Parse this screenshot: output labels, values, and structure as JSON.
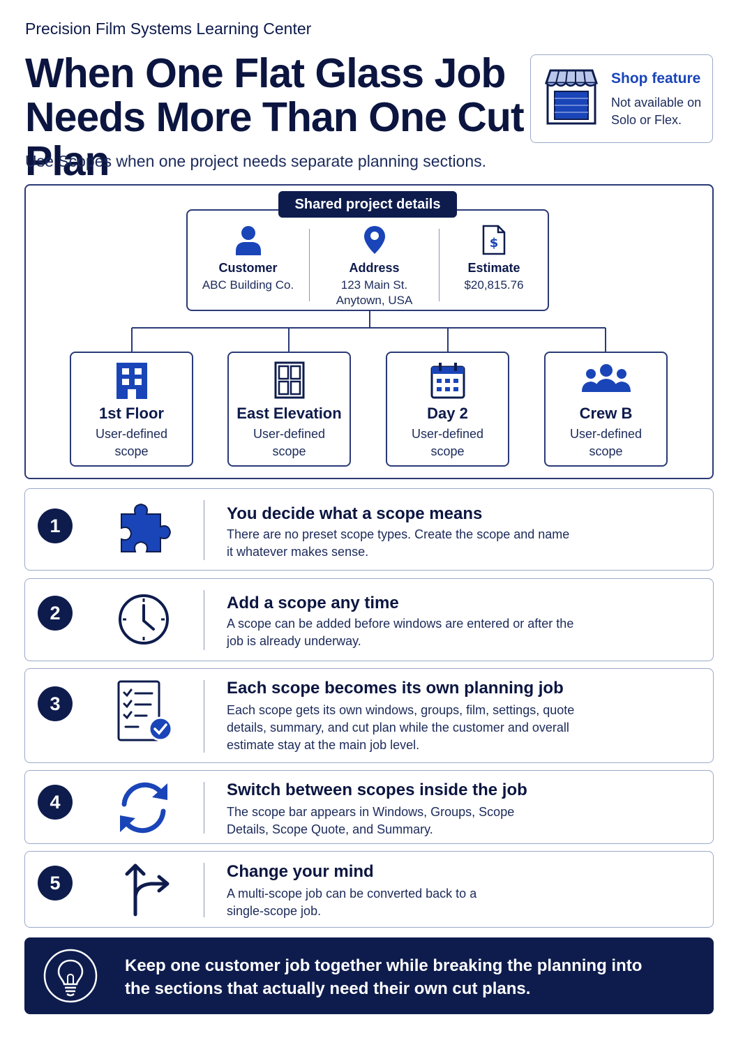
{
  "header": {
    "kicker": "Precision Film Systems Learning Center",
    "title": "When One Flat Glass Job Needs More Than One Cut Plan",
    "subtitle": "Use Scopes when one project needs separate planning sections."
  },
  "shop_card": {
    "title": "Shop feature",
    "text": "Not available on Solo or Flex.",
    "icon": "storefront-icon"
  },
  "diagram": {
    "shared_label": "Shared project details",
    "details": [
      {
        "label": "Customer",
        "value": "ABC Building Co.",
        "icon": "person-icon"
      },
      {
        "label": "Address",
        "value": "123 Main St. Anytown, USA",
        "icon": "location-pin-icon"
      },
      {
        "label": "Estimate",
        "value": "$20,815.76",
        "icon": "dollar-document-icon"
      }
    ],
    "scopes": [
      {
        "name": "1st Floor",
        "desc": "User-defined scope",
        "icon": "building-icon"
      },
      {
        "name": "East Elevation",
        "desc": "User-defined scope",
        "icon": "window-icon"
      },
      {
        "name": "Day 2",
        "desc": "User-defined scope",
        "icon": "calendar-icon"
      },
      {
        "name": "Crew B",
        "desc": "User-defined scope",
        "icon": "team-icon"
      }
    ]
  },
  "steps": [
    {
      "num": "1",
      "title": "You decide what a scope means",
      "body": "There are no preset scope types. Create the scope and name it whatever makes sense.",
      "icon": "puzzle-piece-icon"
    },
    {
      "num": "2",
      "title": "Add a scope any time",
      "body": "A scope can be added before windows are entered or after the job is already underway.",
      "icon": "clock-icon"
    },
    {
      "num": "3",
      "title": "Each scope becomes its own planning job",
      "body": "Each scope gets its own windows, groups, film, settings, quote details, summary, and cut plan while the customer and overall estimate stay at the main job level.",
      "icon": "checklist-icon"
    },
    {
      "num": "4",
      "title": "Switch between scopes inside the job",
      "body": "The scope bar appears in Windows, Groups, Scope Details, Scope Quote, and Summary.",
      "icon": "refresh-arrows-icon"
    },
    {
      "num": "5",
      "title": "Change your mind",
      "body": "A multi-scope job can be converted back to a single-scope job.",
      "icon": "split-arrow-icon"
    }
  ],
  "banner": {
    "text": "Keep one customer job together while breaking the planning into the sections that actually need their own cut plans.",
    "icon": "lightbulb-icon"
  },
  "colors": {
    "navy": "#0e1c4d",
    "accent_blue": "#1a45b8",
    "border": "#2a3a77"
  }
}
